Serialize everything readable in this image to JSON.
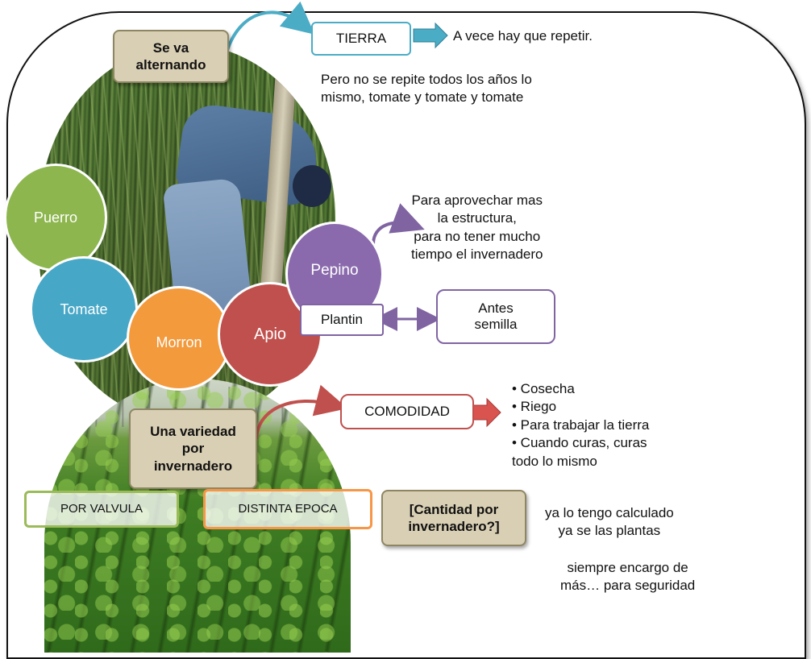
{
  "boxes": {
    "alternando": "Se va\nalternando",
    "tierra": "TIERRA",
    "plantin": "Plantin",
    "antes_semilla": "Antes\nsemilla",
    "comodidad": "COMODIDAD",
    "variedad": "Una variedad\npor\ninvernadero",
    "por_valvula": "POR VALVULA",
    "distinta_epoca": "DISTINTA EPOCA",
    "cantidad": "[Cantidad por\ninvernadero?]"
  },
  "circles": {
    "puerro": "Puerro",
    "tomate": "Tomate",
    "morron": "Morron",
    "apio": "Apio",
    "pepino": "Pepino"
  },
  "texts": {
    "repetir": "A vece hay que repetir.",
    "no_repite": "Pero no se repite todos los años lo\nmismo, tomate  y tomate y tomate",
    "aprovechar": "Para aprovechar mas\nla estructura,\npara no tener mucho\ntiempo el invernadero",
    "comodidad_list": "• Cosecha\n• Riego\n• Para trabajar la tierra\n• Cuando curas, curas\ntodo lo mismo",
    "calculado": "ya lo tengo calculado\nya se las plantas",
    "encargo": "siempre encargo de\nmás… para seguridad"
  },
  "colors": {
    "tierra_border": "#4bacc6",
    "arrow_blue": "#4bacc6",
    "arrow_red": "#c0504d",
    "arrow_purple": "#8064a2",
    "valvula_border": "#9bbb59",
    "epoca_border": "#f79646"
  }
}
